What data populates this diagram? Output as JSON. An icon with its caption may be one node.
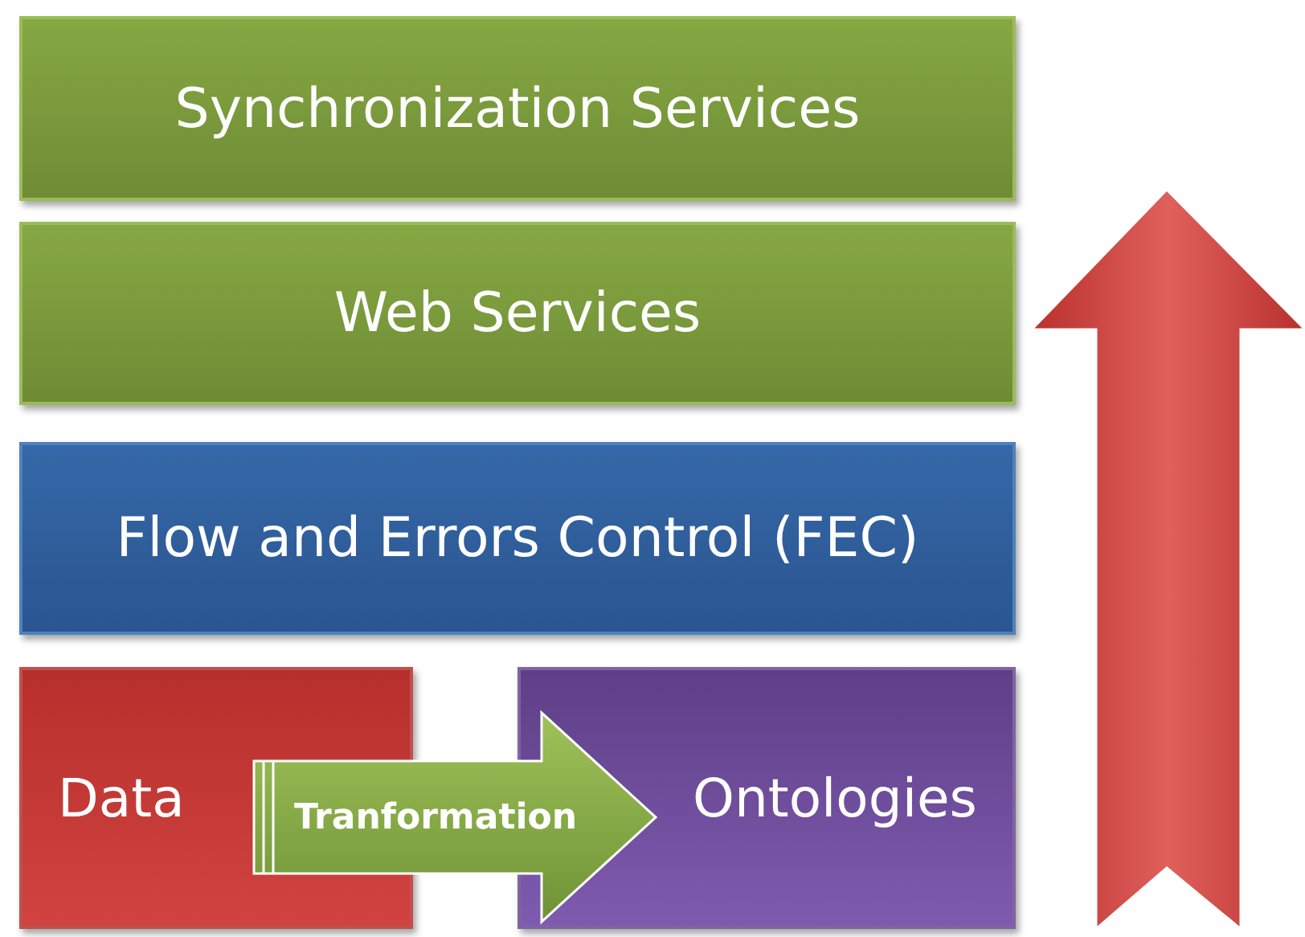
{
  "diagram": {
    "nodes": [
      {
        "text": [
          "Synchronization Services"
        ]
      },
      {
        "text": [
          "Web Services"
        ]
      },
      {
        "text": [
          "Flow and Errors Control (FEC)"
        ]
      },
      {
        "text": [
          "Data"
        ]
      },
      {
        "text": [
          "Ontologies"
        ]
      }
    ],
    "edges": [
      {
        "from": 3,
        "to": 4,
        "arrow": "to",
        "label": "Tranformation"
      }
    ]
  }
}
